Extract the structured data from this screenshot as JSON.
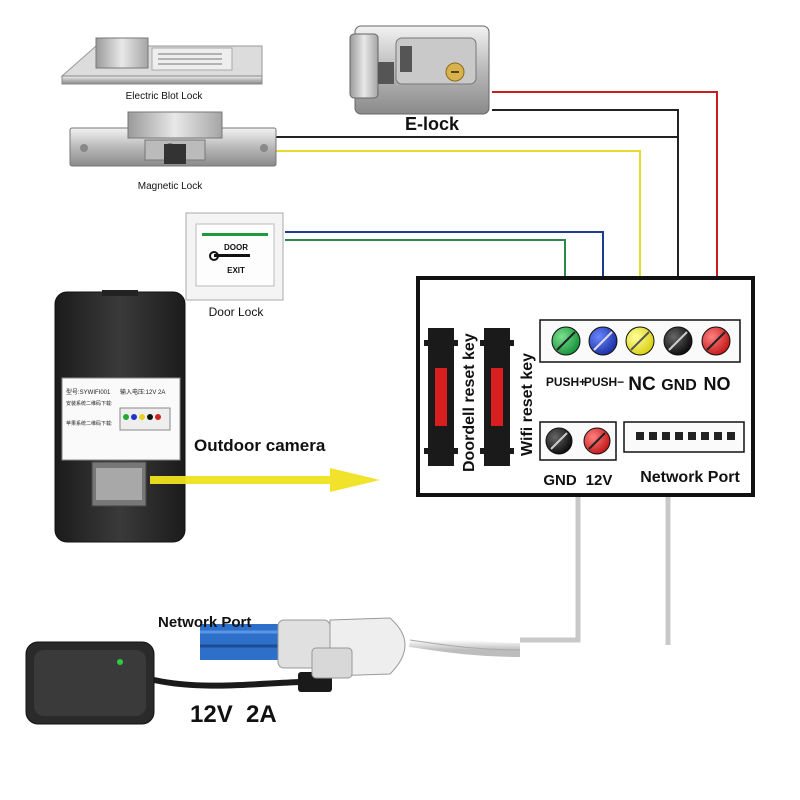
{
  "devices": {
    "electric_bolt_lock": "Electric Blot Lock",
    "magnetic_lock": "Magnetic Lock",
    "e_lock": "E-lock",
    "door_lock": "Door Lock",
    "door_exit_top": "DOOR",
    "door_exit_bottom": "EXIT",
    "outdoor_camera": "Outdoor camera"
  },
  "camera_label": {
    "model": "型号:SYWIFI001",
    "input": "输入电压:12V 2A",
    "line2": "安装系统二维码下载:",
    "line3": "苹果系统二维码下载:"
  },
  "board": {
    "doorbell_reset_key": "Doordell reset key",
    "wifi_reset_key": "Wifi reset key",
    "terminals_top": [
      {
        "label": "PUSH+",
        "color": "#1aa33a"
      },
      {
        "label": "PUSH−",
        "color": "#1f3fb5"
      },
      {
        "label": "NC",
        "color": "#e8e21a"
      },
      {
        "label": "GND",
        "color": "#111111"
      },
      {
        "label": "NO",
        "color": "#d62222"
      }
    ],
    "terminals_power": [
      {
        "label": "GND",
        "color": "#111111"
      },
      {
        "label": "12V",
        "color": "#d62222"
      }
    ],
    "network_port": "Network Port"
  },
  "power": {
    "network_port": "Network Port",
    "adapter": "12V  2A"
  },
  "wire_colors": {
    "red": "#c81e1e",
    "black": "#222222",
    "yellow": "#e8dc2a",
    "green": "#2a8a4a",
    "blue": "#1e3c8c",
    "arrow": "#f0e020"
  }
}
